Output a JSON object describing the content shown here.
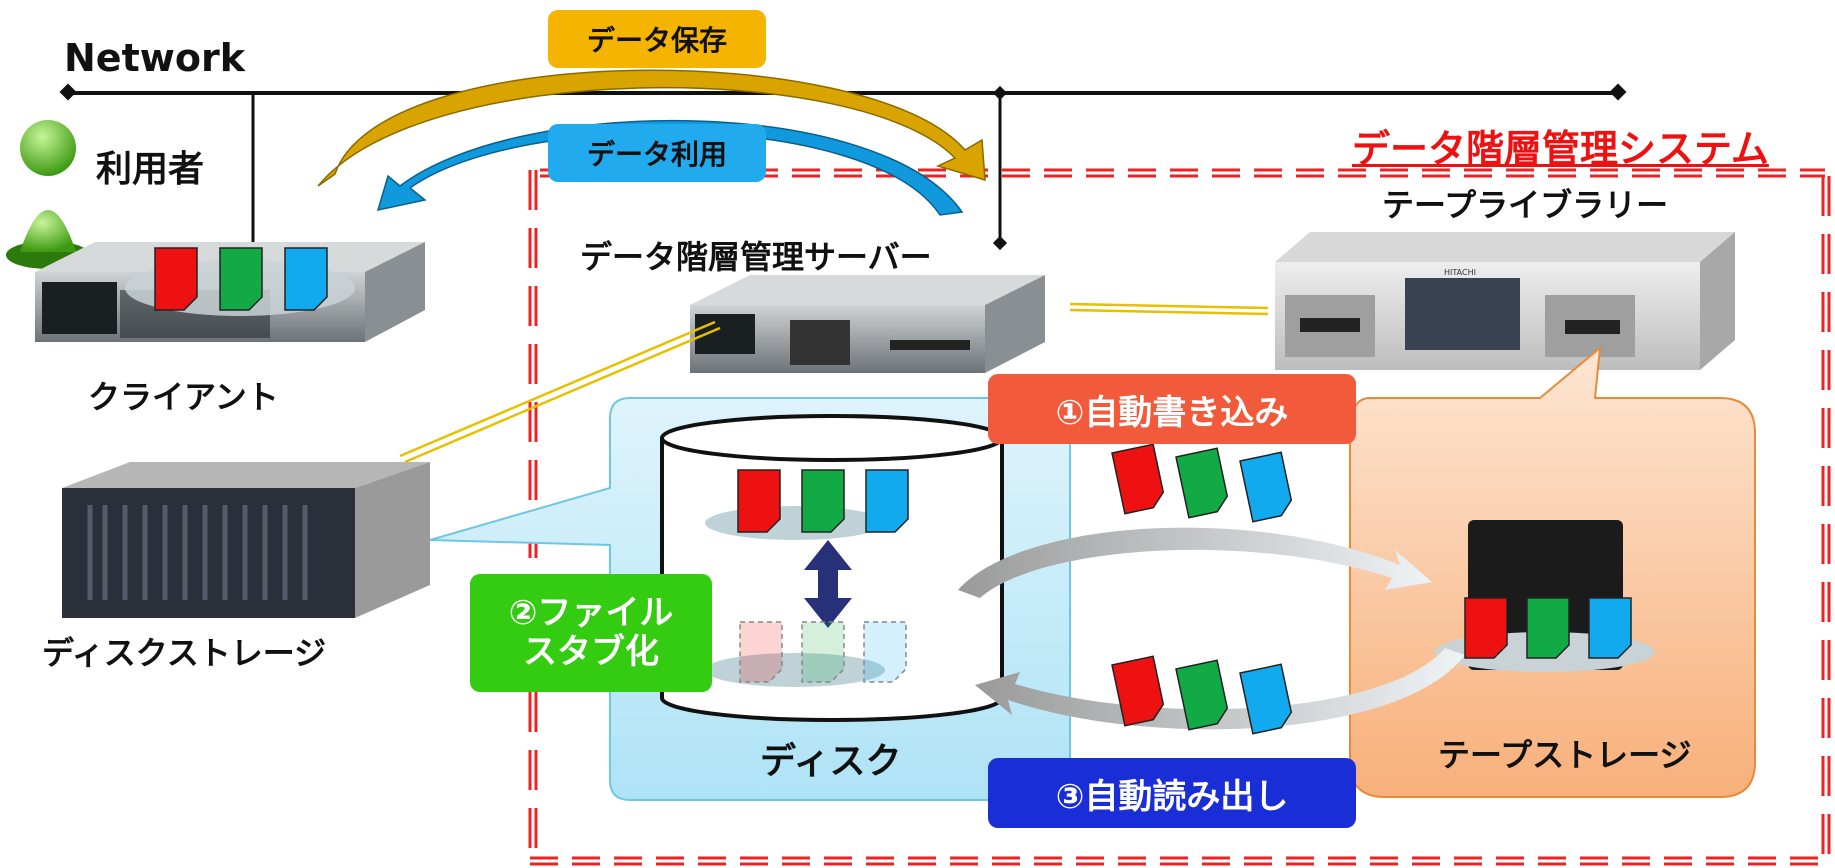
{
  "network": {
    "label": "Network"
  },
  "user": {
    "label": "利用者"
  },
  "client": {
    "label": "クライアント"
  },
  "disk_storage": {
    "label": "ディスクストレージ"
  },
  "hsm_server": {
    "label": "データ階層管理サーバー"
  },
  "system": {
    "title": "データ階層管理システム"
  },
  "tape_library": {
    "label": "テープライブラリー",
    "brand": "HITACHI"
  },
  "disk": {
    "label": "ディスク"
  },
  "tape_storage": {
    "label": "テープストレージ"
  },
  "flows": {
    "save": "データ保存",
    "use": "データ利用",
    "auto_write": "①自動書き込み",
    "stub": "②ファイル\nスタブ化",
    "auto_read": "③自動読み出し"
  },
  "colors": {
    "file_red": "#ee1111",
    "file_green": "#11aa44",
    "file_blue": "#11aaee",
    "save_arrow": "#d9a400",
    "use_arrow": "#1199dd",
    "pill_save": "#f5b400",
    "pill_use": "#22aaee",
    "pill_write": "#f25a3c",
    "pill_stub": "#33cc11",
    "pill_read": "#1a2ed8",
    "system_border": "#ee2222"
  }
}
